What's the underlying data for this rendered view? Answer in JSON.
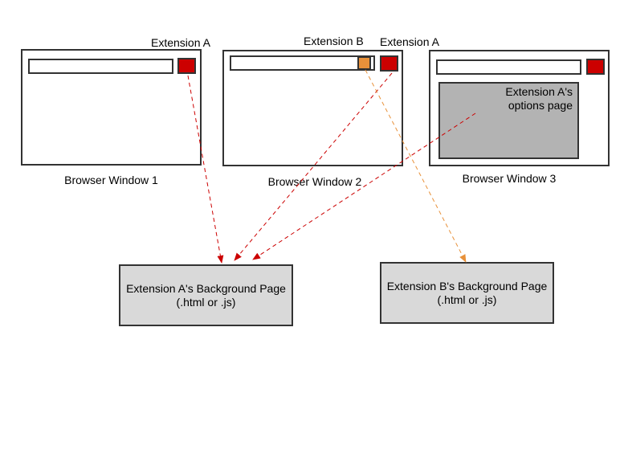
{
  "windows": [
    {
      "label": "Browser Window 1"
    },
    {
      "label": "Browser Window 2"
    },
    {
      "label": "Browser Window 3"
    }
  ],
  "extension_labels": {
    "w1_ext_a": "Extension A",
    "w2_ext_b": "Extension B",
    "w2_ext_a": "Extension A"
  },
  "options_page": {
    "line1": "Extension A's",
    "line2": "options page"
  },
  "background_pages": {
    "ext_a": {
      "line1": "Extension A's Background Page",
      "line2": "(.html or .js)"
    },
    "ext_b": {
      "line1": "Extension B's Background Page",
      "line2": "(.html or .js)"
    }
  },
  "colors": {
    "extension_a": "#cc0000",
    "extension_b": "#e8913a",
    "background_page_fill": "#d9d9d9",
    "options_page_fill": "#b3b3b3"
  }
}
